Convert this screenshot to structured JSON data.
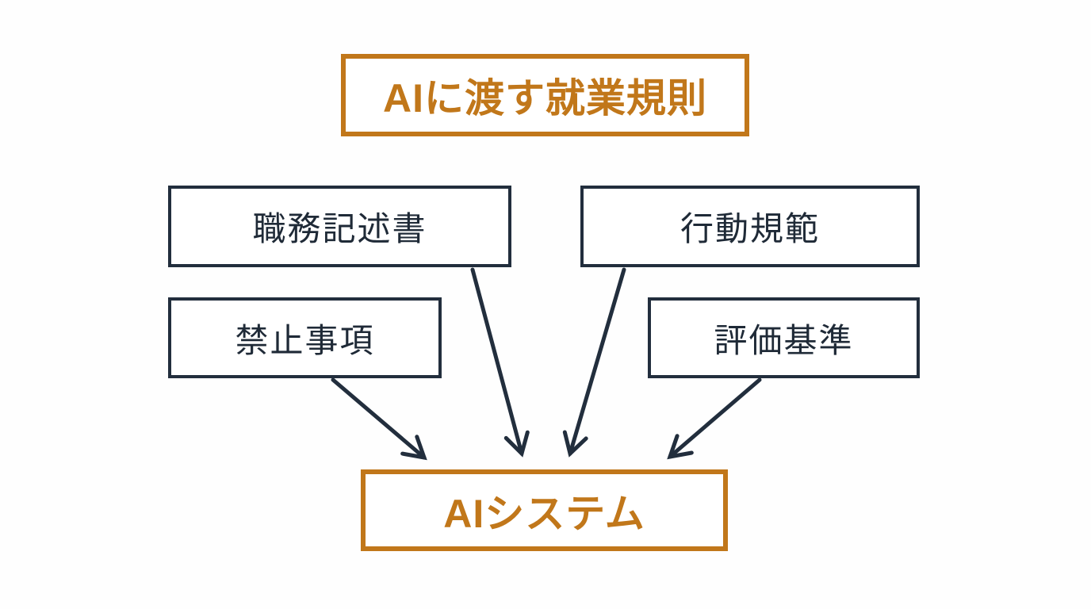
{
  "diagram": {
    "title": {
      "label": "AIに渡す就業規則"
    },
    "inputs": [
      {
        "id": "job-description",
        "label": "職務記述書"
      },
      {
        "id": "code-of-conduct",
        "label": "行動規範"
      },
      {
        "id": "prohibited-items",
        "label": "禁止事項"
      },
      {
        "id": "evaluation-criteria",
        "label": "評価基準"
      }
    ],
    "target": {
      "label": "AIシステム"
    },
    "colors": {
      "accent_orange": "#c1771a",
      "dark_navy": "#222e3d",
      "background": "#ffffff"
    }
  }
}
